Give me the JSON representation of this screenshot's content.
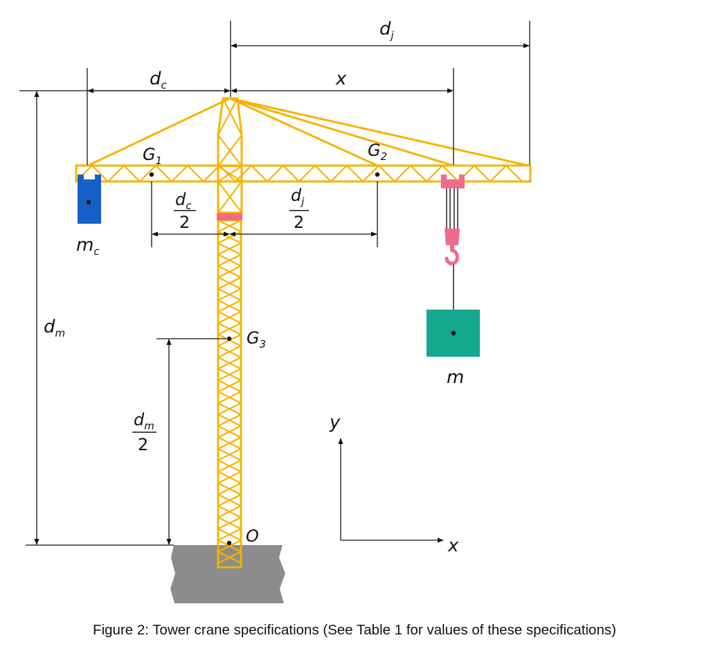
{
  "labels": {
    "dj": {
      "main": "d",
      "sub": "j"
    },
    "dc": {
      "main": "d",
      "sub": "c"
    },
    "x_dim": "x",
    "g1": {
      "main": "G",
      "sub": "1"
    },
    "g2": {
      "main": "G",
      "sub": "2"
    },
    "g3": {
      "main": "G",
      "sub": "3"
    },
    "dc_half": {
      "main": "d",
      "sub": "c",
      "den": "2"
    },
    "dj_half": {
      "main": "d",
      "sub": "j",
      "den": "2"
    },
    "dm": {
      "main": "d",
      "sub": "m"
    },
    "dm_half": {
      "main": "d",
      "sub": "m",
      "den": "2"
    },
    "mc": {
      "main": "m",
      "sub": "c"
    },
    "m": "m",
    "origin": "O",
    "axis_y": "y",
    "axis_x": "x"
  },
  "colors": {
    "truss": "#f5b400",
    "counterweight": "#1560c8",
    "load": "#14a88c",
    "trolley_hook": "#f06a8c",
    "ground": "#8c8c8c"
  },
  "caption": "Figure 2: Tower crane specifications (See Table 1 for values of these specifications)"
}
